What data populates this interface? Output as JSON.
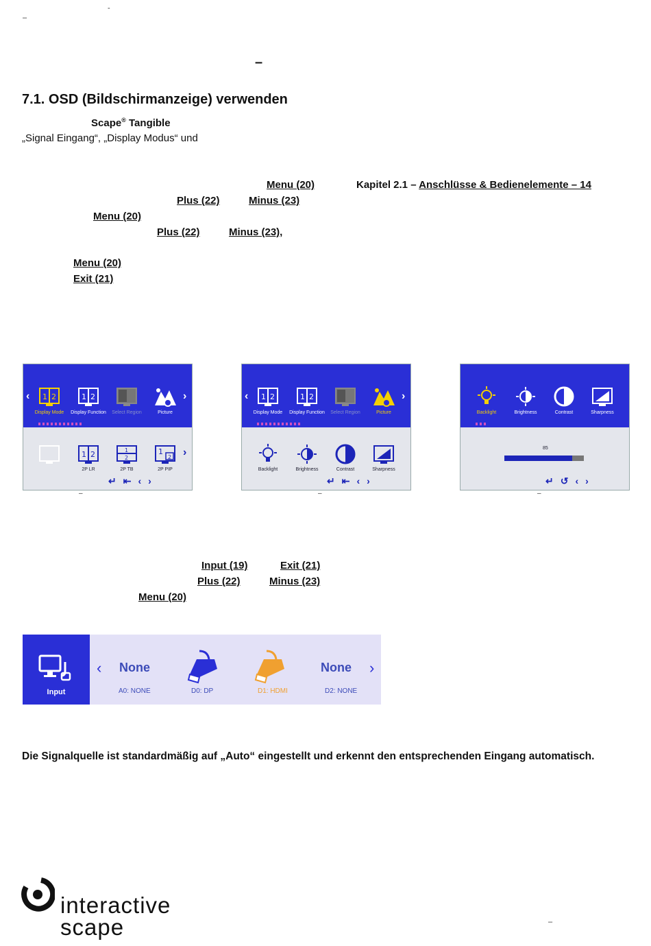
{
  "header": {
    "dash_a": "–",
    "dash_b": "-",
    "dash_c": "–"
  },
  "section": {
    "title": "7.1. OSD (Bildschirmanzeige) verwenden"
  },
  "intro": {
    "brand": "Scape",
    "reg": "®",
    "product": " Tangible",
    "line2": "„Signal Eingang“, „Display Modus“ und"
  },
  "steps": {
    "menu1": "Menu (20)",
    "kapitel_prefix": "Kapitel 2.1 – ",
    "kapitel_link": "Anschlüsse & Bedienelemente – 14",
    "plus1": "Plus (22)",
    "minus1": "Minus (23)",
    "menu2": "Menu (20)",
    "plus2": "Plus (22)",
    "minus2": "Minus (23),",
    "menu3": "Menu (20)",
    "exit1": "Exit (21)"
  },
  "osd1": {
    "labels": [
      "Display Mode",
      "Display Function",
      "Select Region",
      "Picture"
    ],
    "sub_labels": [
      "",
      "2P LR",
      "2P TB",
      "2P PIP"
    ],
    "caption": "–"
  },
  "osd2": {
    "labels": [
      "Display Mode",
      "Display Function",
      "Select Region",
      "Picture"
    ],
    "sub_labels": [
      "Backlight",
      "Brightness",
      "Contrast",
      "Sharpness"
    ],
    "caption": "–"
  },
  "osd3": {
    "labels": [
      "Backlight",
      "Brightness",
      "Contrast",
      "Sharpness"
    ],
    "value": "85",
    "level": 0.85,
    "caption": "–"
  },
  "input_steps": {
    "input": "Input (19)",
    "exit": "Exit (21)",
    "plus": "Plus (22)",
    "minus": "Minus (23)",
    "menu": "Menu (20)"
  },
  "input_bar": {
    "title": "Input",
    "sources": [
      {
        "name": "None",
        "port": "A0: NONE"
      },
      {
        "name": "",
        "port": "D0: DP"
      },
      {
        "name": "",
        "port": "D1: HDMI"
      },
      {
        "name": "None",
        "port": "D2: NONE"
      }
    ]
  },
  "note": "Die Signalquelle ist standardmäßig auf „Auto“ eingestellt und erkennt den entsprechenden Eingang automatisch.",
  "footer": {
    "logo_line1": "interactive",
    "logo_line2": "scape",
    "page_dash": "–"
  },
  "colors": {
    "osd_blue": "#2a2fd6",
    "highlight": "#f5d000",
    "hdmi_orange": "#f0a030"
  }
}
